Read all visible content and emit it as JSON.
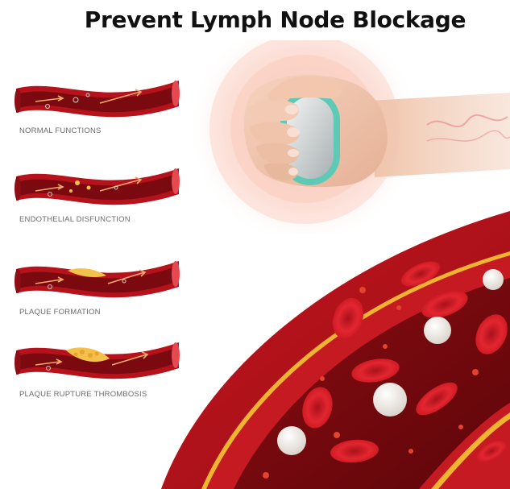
{
  "headline": "Prevent Lymph Node Blockage",
  "stages": [
    {
      "label": "NORMAL FUNCTIONS"
    },
    {
      "label": "ENDOTHELIAL DISFUNCTION"
    },
    {
      "label": "PLAQUE FORMATION"
    },
    {
      "label": "PLAQUE RUPTURE THROMBOSIS"
    }
  ],
  "colors": {
    "vessel_wall": "#b5121b",
    "vessel_inner": "#7a0a0f",
    "plaque": "#f3c14a",
    "device": "#5ec9b5",
    "glow": "#f7b7a8",
    "red_cell": "#e0222b",
    "white_cell": "#f7f4ef"
  }
}
